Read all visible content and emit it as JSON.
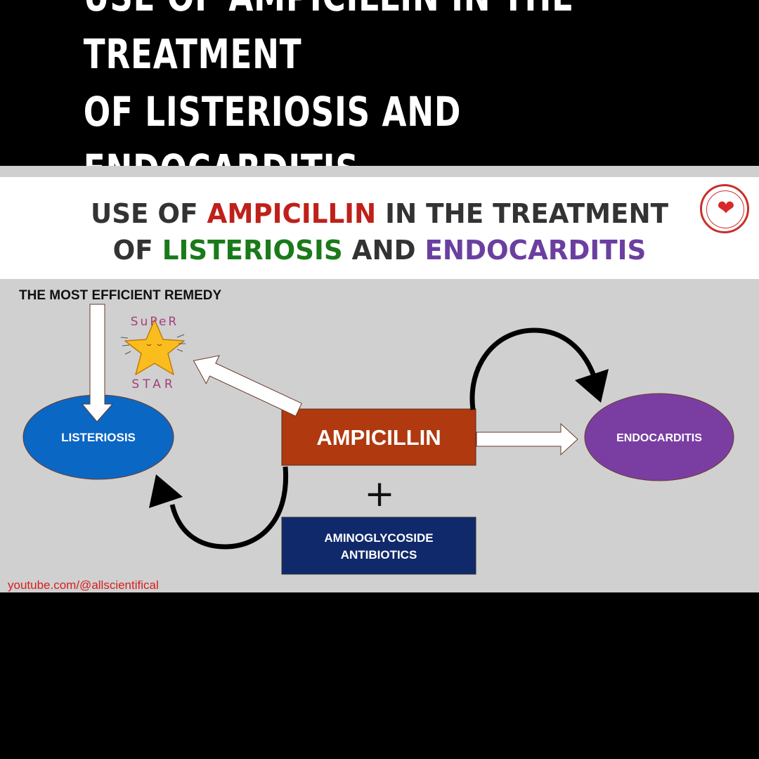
{
  "header": {
    "title_line1": "USE OF AMPICILLIN IN THE TREATMENT",
    "title_line2": "OF LISTERIOSIS AND ENDOCARDITIS"
  },
  "banner": {
    "line1_a": "USE OF ",
    "line1_b": "AMPICILLIN",
    "line1_c": " IN THE TREATMENT",
    "line2_a": "OF ",
    "line2_b": "LISTERIOSIS",
    "line2_c": " AND ",
    "line2_d": "ENDOCARDITIS",
    "logo_icon": "heart-cross-seal-icon"
  },
  "diagram": {
    "remedy_label": "THE MOST EFFICIENT REMEDY",
    "star_top": "SuPeR",
    "star_bottom": "STAR",
    "listeriosis": "LISTERIOSIS",
    "ampicillin": "AMPICILLIN",
    "endocarditis": "ENDOCARDITIS",
    "plus": "+",
    "aminoglycoside_line1": "AMINOGLYCOSIDE",
    "aminoglycoside_line2": "ANTIBIOTICS",
    "colors": {
      "listeriosis": "#0b67c4",
      "ampicillin": "#b0390f",
      "endocarditis": "#7a3ea3",
      "aminoglycoside": "#10296b",
      "star": "#fbbd1e"
    }
  },
  "footer": {
    "credit": "youtube.com/@allscientifical"
  }
}
